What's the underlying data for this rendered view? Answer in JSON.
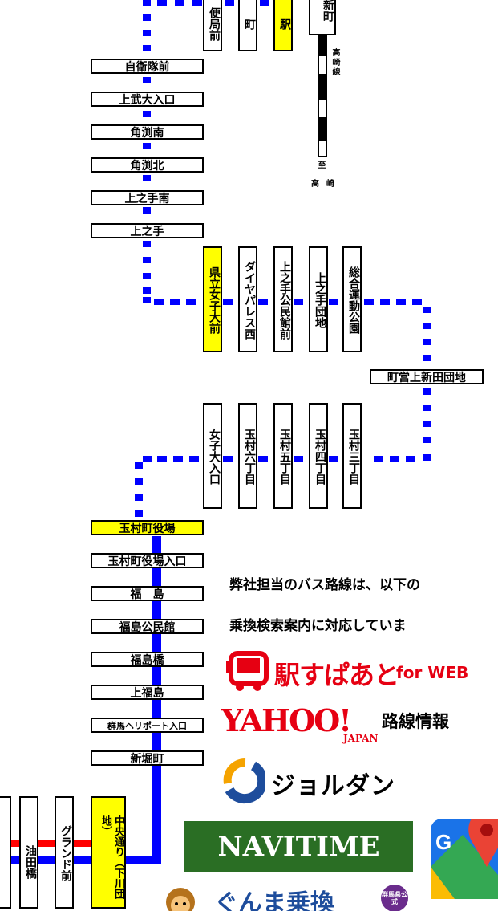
{
  "horizontal_stops": [
    {
      "label": "自衛隊前"
    },
    {
      "label": "上武大入口"
    },
    {
      "label": "角渕南"
    },
    {
      "label": "角渕北"
    },
    {
      "label": "上之手南"
    },
    {
      "label": "上之手"
    },
    {
      "label": "町営上新田団地"
    },
    {
      "label": "玉村町役場"
    },
    {
      "label": "玉村町役場入口"
    },
    {
      "label": "福　島"
    },
    {
      "label": "福島公民館"
    },
    {
      "label": "福島橋"
    },
    {
      "label": "上福島"
    },
    {
      "label": "群馬ヘリポート入口"
    },
    {
      "label": "新堀町"
    }
  ],
  "top_vertical_stops": [
    {
      "label": "便局前"
    },
    {
      "label": "町"
    },
    {
      "label": "駅"
    },
    {
      "label": "新町"
    }
  ],
  "row1_vertical_stops": [
    {
      "label": "県立女子大前"
    },
    {
      "label": "ダイヤパレス西"
    },
    {
      "label": "上之手公民館前"
    },
    {
      "label": "上之手団地"
    },
    {
      "label": "総合運動公園"
    }
  ],
  "row2_vertical_stops": [
    {
      "label": "女子大入口"
    },
    {
      "label": "玉村六丁目"
    },
    {
      "label": "玉村五丁目"
    },
    {
      "label": "玉村四丁目"
    },
    {
      "label": "玉村三丁目"
    }
  ],
  "bottom_vertical_stops": [
    {
      "label": "油田橋"
    },
    {
      "label": "グランド前"
    },
    {
      "label": "中央通り（下川団地）"
    }
  ],
  "rail": {
    "line_label": "高崎線",
    "to_label": "至",
    "destination": "高崎"
  },
  "info_text": {
    "line1": "弊社担当のバス路線は、以下の",
    "line2": "乗換検索案内に対応していま"
  },
  "logos": {
    "ekispert": {
      "name": "駅すぱあと",
      "suffix": "for WEB"
    },
    "yahoo": {
      "name": "YAHOO!",
      "sub": "JAPAN",
      "suffix": "路線情報"
    },
    "jorudan": {
      "name": "ジョルダン"
    },
    "navitime": {
      "name": "NAVITIME"
    },
    "gunma": {
      "name": "ぐんま乗換",
      "badge": "群馬県公式"
    }
  },
  "colors": {
    "route_blue": "#0000ff",
    "route_red": "#ff0000",
    "highlight_yellow": "#ffff00",
    "navitime_green": "#2a6e24"
  }
}
